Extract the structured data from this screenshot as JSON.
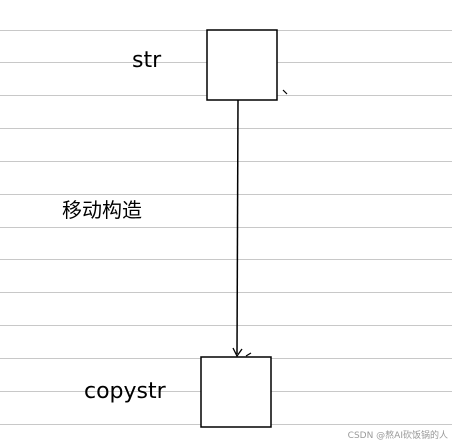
{
  "labels": {
    "top_box": "str",
    "arrow": "移动构造",
    "bottom_box": "copystr"
  },
  "watermark": "CSDN @熬AI砍饭锅的人",
  "colors": {
    "ruled_line": "#c8c8c8",
    "ink": "#000000",
    "watermark": "#9a9a9a"
  }
}
